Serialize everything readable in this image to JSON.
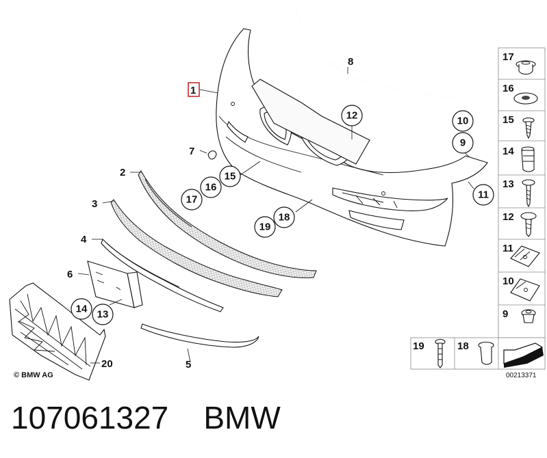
{
  "diagram": {
    "main_labels": {
      "p1": "1",
      "p2": "2",
      "p3": "3",
      "p4": "4",
      "p5": "5",
      "p6": "6",
      "p7": "7",
      "p8": "8",
      "p20": "20"
    },
    "circled_labels": {
      "c12": "12",
      "c10": "10",
      "c9": "9",
      "c11": "11",
      "c15": "15",
      "c16": "16",
      "c17": "17",
      "c18": "18",
      "c19": "19",
      "c14": "14",
      "c13": "13"
    },
    "side_panel": [
      "17",
      "16",
      "15",
      "14",
      "13",
      "12",
      "11",
      "10",
      "9"
    ],
    "bottom_panel": [
      "19",
      "18"
    ],
    "copyright": "© BMW AG",
    "reference_number": "00213371"
  },
  "caption": {
    "part_number": "107061327",
    "brand": "BMW"
  }
}
